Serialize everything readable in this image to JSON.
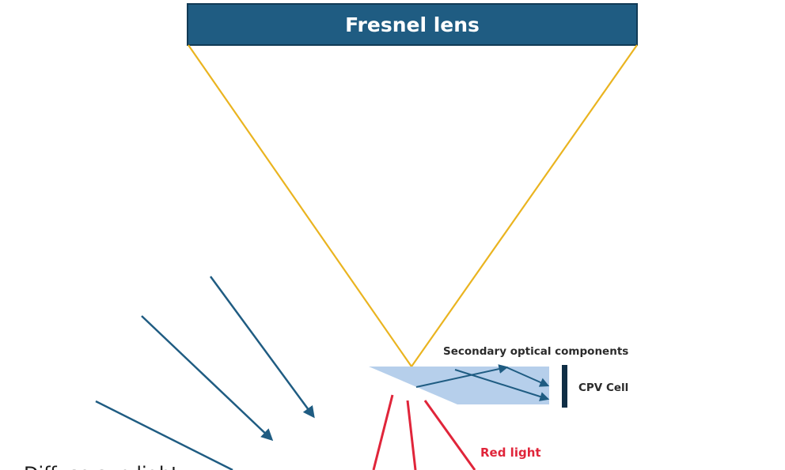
{
  "lens": {
    "label": "Fresnel lens"
  },
  "labels": {
    "secondary_optics": "Secondary optical components",
    "cpv_cell": "CPV Cell",
    "red_light": "Red light",
    "diffuse_light": "Diffuse sun light"
  },
  "colors": {
    "lens_fill": "#1f5c82",
    "lens_border": "#113a55",
    "focus_rays": "#eab420",
    "diffuse_rays": "#1f5c82",
    "secondary_optic_fill": "#a9c7e8",
    "cpv_cell": "#0f2e45",
    "red_light": "#e0253a",
    "internal_rays": "#1f5c82"
  }
}
